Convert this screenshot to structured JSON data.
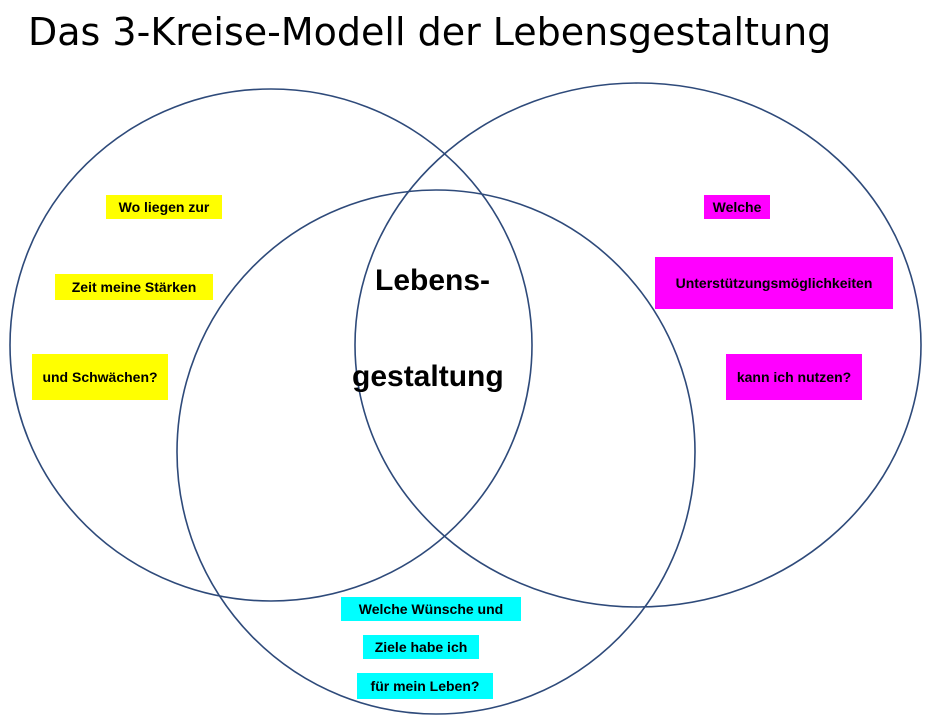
{
  "title": "Das 3-Kreise-Modell der Lebensgestaltung",
  "colors": {
    "circle_stroke": "#2e4a7a",
    "yellow": "#ffff00",
    "magenta": "#ff00ff",
    "cyan": "#00ffff"
  },
  "circles": {
    "left": {
      "lines": [
        "Wo liegen zur",
        "Zeit meine Stärken",
        "und Schwächen?"
      ],
      "highlight": "yellow"
    },
    "right": {
      "lines": [
        "Welche",
        "Unterstützungsmöglichkeiten",
        "kann ich nutzen?"
      ],
      "highlight": "magenta"
    },
    "bottom": {
      "lines": [
        "Welche Wünsche und",
        "Ziele habe ich",
        "für mein Leben?"
      ],
      "highlight": "cyan"
    }
  },
  "center": {
    "line1": "Lebens-",
    "line2": "gestaltung"
  }
}
